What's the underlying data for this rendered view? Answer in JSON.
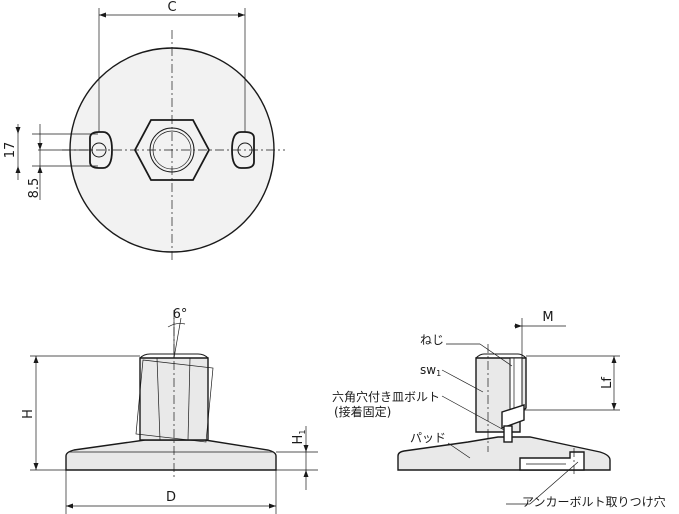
{
  "dimensions": {
    "C": "C",
    "d17": "17",
    "d8_5": "8.5",
    "angle": "6°",
    "H": "H",
    "H1": "H",
    "H1_sub": "1",
    "D": "D",
    "M": "M",
    "Lf": "Lf"
  },
  "callouts": {
    "thread": "ねじ",
    "sw1": "sw",
    "sw1_sub": "1",
    "bolt_line1": "六角穴付き皿ボルト",
    "bolt_line2": "(接着固定)",
    "pad": "パッド",
    "anchor": "アンカーボルト取りつけ穴"
  },
  "colors": {
    "line": "#1a1a1a",
    "fill": "#e9e9e9",
    "background": "#ffffff"
  }
}
